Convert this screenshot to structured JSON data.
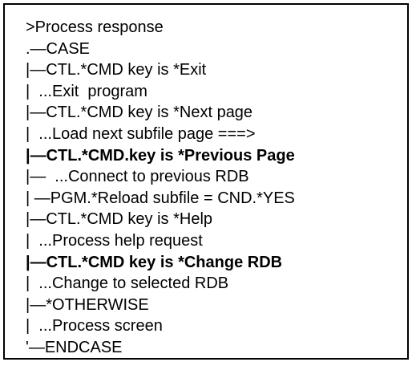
{
  "lines": [
    {
      "text": ">Process response",
      "bold": false
    },
    {
      "text": ".—CASE",
      "bold": false
    },
    {
      "text": "|—CTL.*CMD key is *Exit",
      "bold": false
    },
    {
      "text": "|  ...Exit  program",
      "bold": false
    },
    {
      "text": "|—CTL.*CMD key is *Next page",
      "bold": false
    },
    {
      "text": "|  ...Load next subfile page ===>",
      "bold": false
    },
    {
      "text": "|—CTL.*CMD.key is *Previous Page",
      "bold": true
    },
    {
      "text": "|—  ...Connect to previous RDB",
      "bold": false
    },
    {
      "text": "| —PGM.*Reload subfile = CND.*YES",
      "bold": false
    },
    {
      "text": "|—CTL.*CMD key is *Help",
      "bold": false
    },
    {
      "text": "|  ...Process help request",
      "bold": false
    },
    {
      "text": "|—CTL.*CMD key is *Change RDB",
      "bold": true
    },
    {
      "text": "|  ...Change to selected RDB",
      "bold": false
    },
    {
      "text": "|—*OTHERWISE",
      "bold": false
    },
    {
      "text": "|  ...Process screen",
      "bold": false
    },
    {
      "text": "'—ENDCASE",
      "bold": false
    }
  ]
}
